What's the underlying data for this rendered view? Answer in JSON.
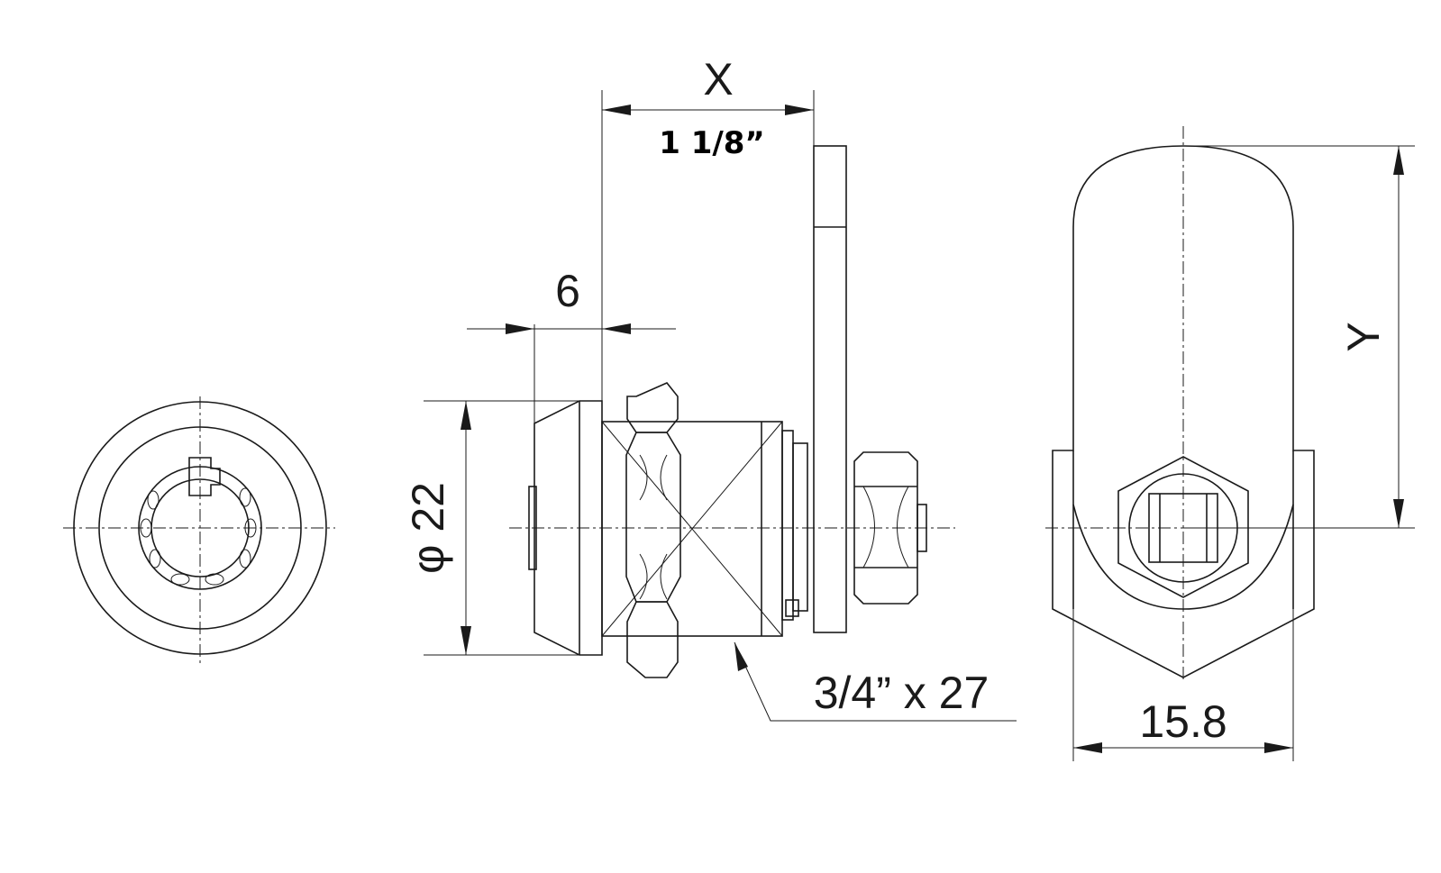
{
  "labels": {
    "x_dim": "X",
    "x_dim_value": "1 1/8”",
    "flange_dim": "6",
    "diameter_dim": "φ 22",
    "thread_dim": "3/4”  x 27",
    "cam_width_dim": "15.8",
    "y_dim": "Y"
  },
  "colors": {
    "line": "#1a1a1a",
    "background": "#ffffff"
  }
}
